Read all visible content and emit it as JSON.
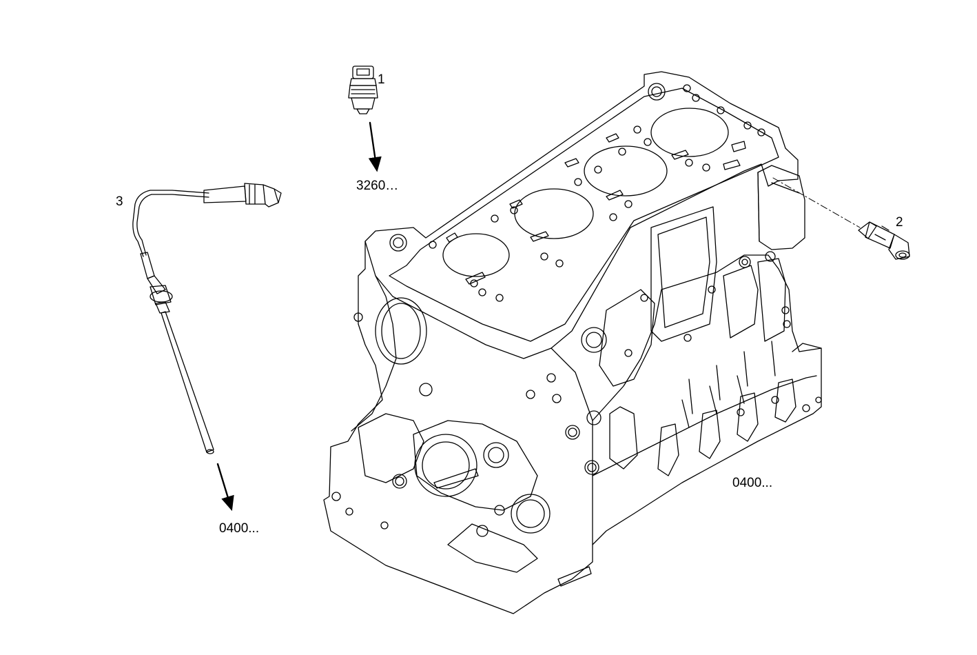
{
  "callouts": {
    "item_1": "1",
    "item_2": "2",
    "item_3": "3"
  },
  "references": {
    "ref_sensor_1": "3260…",
    "ref_dipstick": "0400...",
    "ref_block": "0400..."
  },
  "colors": {
    "line": "#000000",
    "background": "#ffffff"
  },
  "icons": {
    "arrow": "arrow-icon"
  }
}
